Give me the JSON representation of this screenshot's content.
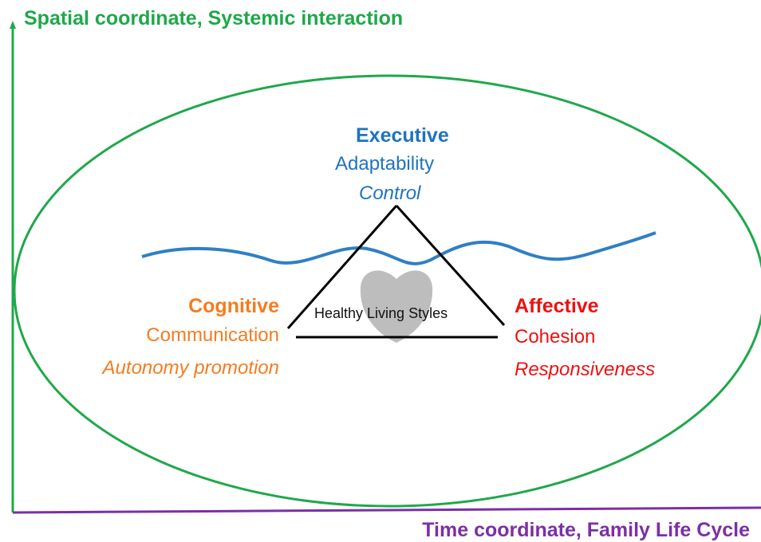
{
  "axes": {
    "y_title": "Spatial coordinate, Systemic interaction",
    "x_title": "Time coordinate, Family Life Cycle"
  },
  "colors": {
    "y_axis": "#1fa84a",
    "x_axis": "#7b2fa6",
    "ellipse": "#1fa84a",
    "wave": "#2f7fc4",
    "executive": "#1f73c1",
    "cognitive": "#f47c20",
    "affective": "#ee1111",
    "triangle": "#000000",
    "heart": "#bdbdbd"
  },
  "nodes": {
    "executive": {
      "heading": "Executive",
      "dimension": "Adaptability",
      "style": "Control"
    },
    "cognitive": {
      "heading": "Cognitive",
      "dimension": "Communication",
      "style": "Autonomy promotion"
    },
    "affective": {
      "heading": "Affective",
      "dimension": "Cohesion",
      "style": "Responsiveness"
    }
  },
  "center": {
    "label": "Healthy Living Styles",
    "icon": "heart-icon"
  }
}
